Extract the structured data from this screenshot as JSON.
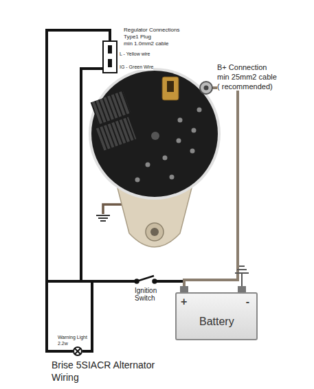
{
  "diagram": {
    "title": "Brise 5SIACR Alternator Wiring",
    "nodes": [
      {
        "text": [
          "+",
          "Battery",
          "-"
        ]
      }
    ],
    "labels": [
      "Regulator Connections",
      "Type1 Plug",
      "min 1.0mm2 cable",
      "L - Yellow wire",
      "IG - Green Wire",
      "B+ Connection",
      "min 25mm2 cable",
      "( recommended)",
      "Ignition Switch",
      "Warning Light",
      "2.2w"
    ]
  }
}
